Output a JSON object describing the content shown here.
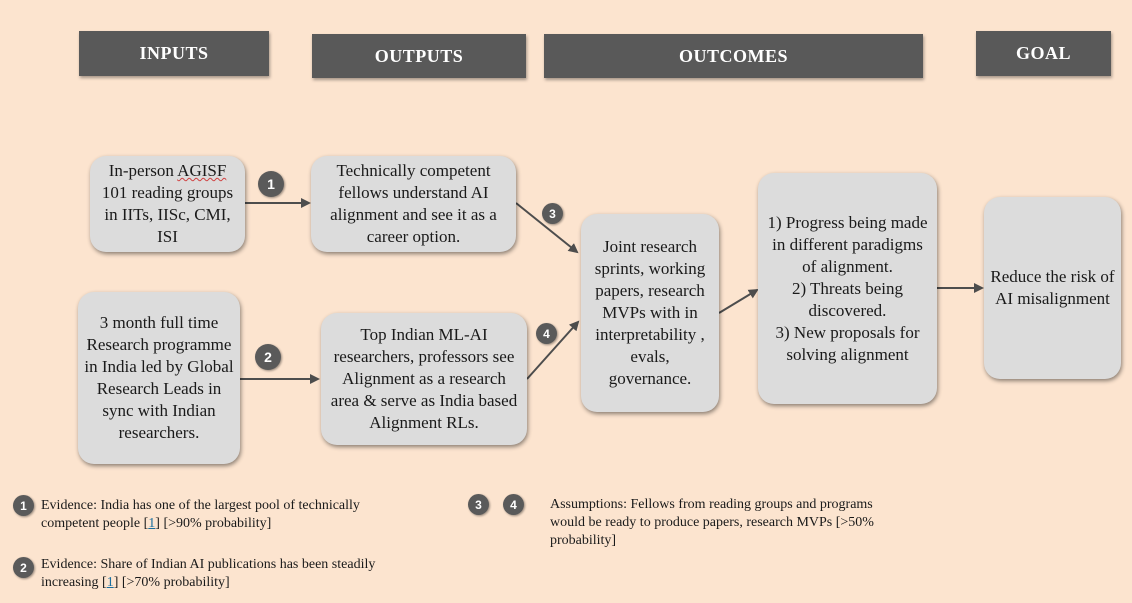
{
  "headers": {
    "inputs": "INPUTS",
    "outputs": "OUTPUTS",
    "outcomes": "OUTCOMES",
    "goal": "GOAL"
  },
  "boxes": {
    "input_1": {
      "prefix": "In-person ",
      "highlight": "AGISF",
      "rest": " 101 reading groups in IITs, IISc, CMI, ISI"
    },
    "input_2": "3 month full time Research programme in India led by Global Research Leads in sync with Indian researchers.",
    "output_1": "Technically competent fellows understand AI alignment and see it as a career option.",
    "output_2": "Top Indian ML-AI researchers, professors see Alignment as a research area & serve as India based Alignment RLs.",
    "outcome_1": "Joint research sprints, working papers, research MVPs with in interpretability , evals, governance.",
    "outcome_2": [
      "1) Progress being made in different paradigms of alignment.",
      "2) Threats being discovered.",
      "3) New proposals for solving alignment"
    ],
    "goal": "Reduce the risk of AI misalignment"
  },
  "badges": {
    "b1": "1",
    "b2": "2",
    "b3": "3",
    "b4": "4"
  },
  "notes": {
    "evidence_1": {
      "badge": "1",
      "text_a": "Evidence:  India has one of the largest pool of technically competent people [",
      "ref": "1",
      "text_b": "] [>90% probability]"
    },
    "evidence_2": {
      "badge": "2",
      "text_a": "Evidence: Share of Indian AI publications has been steadily increasing [",
      "ref": "1",
      "text_b": "] [>70% probability]"
    },
    "assumptions": {
      "badge_a": "3",
      "badge_b": "4",
      "text": "Assumptions: Fellows from reading groups and programs would be ready to produce papers, research MVPs [>50% probability]"
    }
  }
}
